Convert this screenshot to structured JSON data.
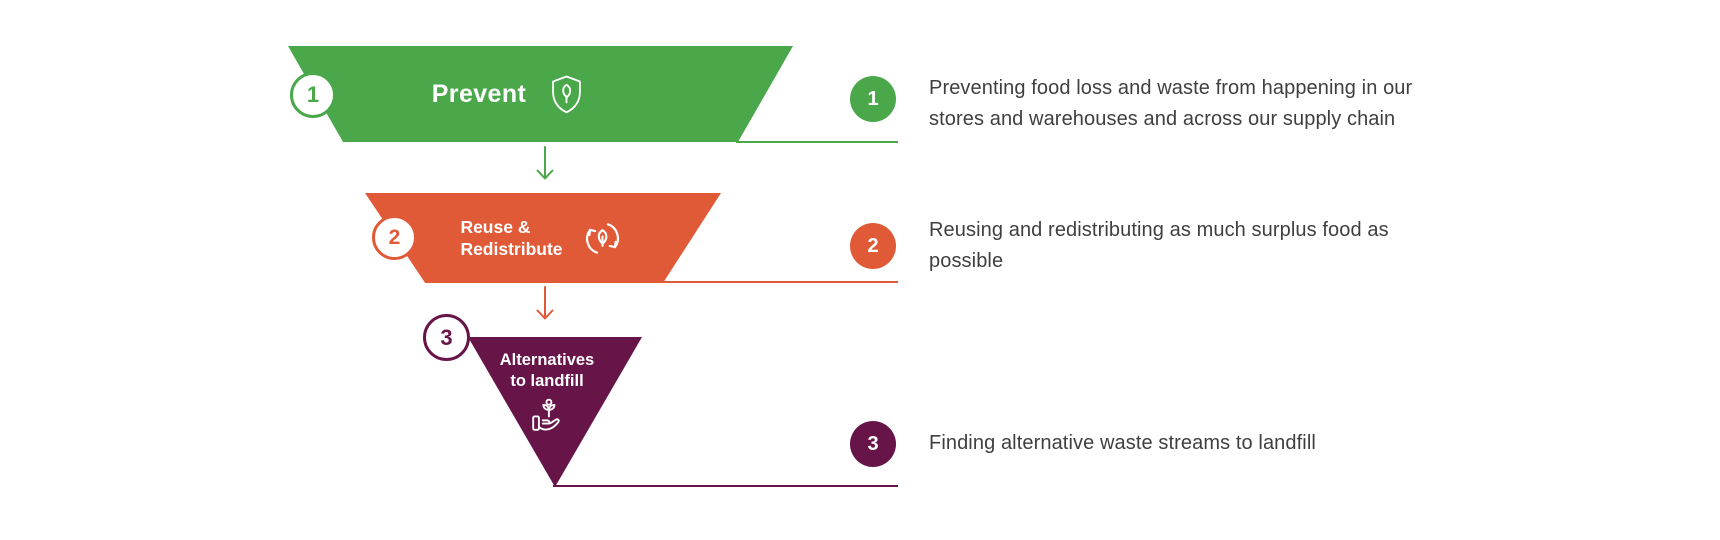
{
  "colors": {
    "step1": "#4AA84B",
    "step2": "#E05A38",
    "step3": "#671549",
    "description_text": "#3F3F3F"
  },
  "steps": [
    {
      "number": "1",
      "label_lines": [
        "Prevent"
      ],
      "icon": "shield-leaf-icon",
      "desc_lines": [
        "Preventing food loss and waste from happening in our",
        "stores and warehouses and across our supply chain"
      ]
    },
    {
      "number": "2",
      "label_lines": [
        "Reuse &",
        "Redistribute"
      ],
      "icon": "recycle-leaf-icon",
      "desc_lines": [
        "Reusing and redistributing as much surplus food as",
        "possible"
      ]
    },
    {
      "number": "3",
      "label_lines": [
        "Alternatives",
        "to landfill"
      ],
      "icon": "hand-sprout-icon",
      "desc_lines": [
        "Finding alternative waste streams to landfill"
      ]
    }
  ]
}
